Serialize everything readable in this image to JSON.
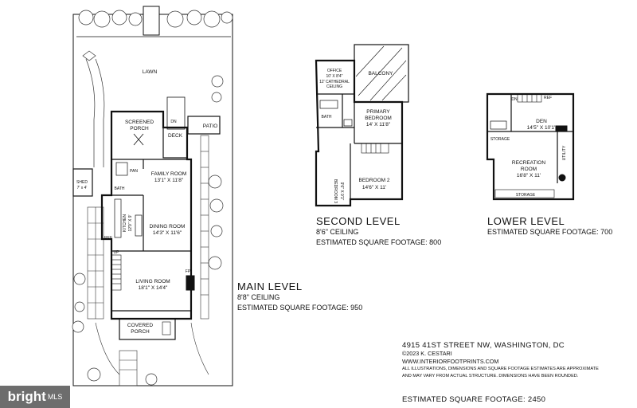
{
  "main_level": {
    "title": "MAIN LEVEL",
    "ceiling": "8'8\" CEILING",
    "sqft": "ESTIMATED SQUARE FOOTAGE: 950",
    "rooms": {
      "lawn": "LAWN",
      "screened_porch_1": "SCREENED",
      "screened_porch_2": "PORCH",
      "deck": "DECK",
      "patio": "PATIO",
      "shed_name": "SHED",
      "shed_dim": "7' x 4'",
      "family_room_name": "FAMILY ROOM",
      "family_room_dim": "13'1\" X 11'8\"",
      "bath": "BATH",
      "pan": "PAN",
      "kitchen_name": "KITCHEN",
      "kitchen_dim": "12'9\" X 9'",
      "dining_room_name": "DINING ROOM",
      "dining_room_dim": "14'3\" X 11'6\"",
      "living_room_name": "LIVING ROOM",
      "living_room_dim": "18'1\" X 14'4\"",
      "covered_porch_1": "COVERED",
      "covered_porch_2": "PORCH",
      "fp": "FP",
      "ref": "REF",
      "up": "UP",
      "dn": "DN"
    }
  },
  "second_level": {
    "title": "SECOND LEVEL",
    "ceiling": "8'6\" CEILING",
    "sqft": "ESTIMATED SQUARE FOOTAGE: 800",
    "rooms": {
      "office_name": "OFFICE",
      "office_dim": "10' X 8'4\"",
      "office_note_1": "12' CATHEDRAL",
      "office_note_2": "CEILING",
      "balcony": "BALCONY",
      "primary_1": "PRIMARY",
      "primary_2": "BEDROOM",
      "primary_dim": "14' X 11'8\"",
      "bath": "BATH",
      "bedroom3_name": "BEDROOM 3",
      "bedroom3_dim": "9'6\" X 9'1\"",
      "bedroom2_name": "BEDROOM 2",
      "bedroom2_dim": "14'6\" X 11'"
    }
  },
  "lower_level": {
    "title": "LOWER LEVEL",
    "sqft": "ESTIMATED SQUARE FOOTAGE: 700",
    "rooms": {
      "den_name": "DEN",
      "den_dim": "14'5\" X 10'1\"",
      "rec_1": "RECREATION",
      "rec_2": "ROOM",
      "rec_dim": "16'8\" X 11'",
      "storage_1": "STORAGE",
      "storage_2": "STORAGE",
      "utility": "UTILITY",
      "ref": "REF",
      "dn": "DN"
    }
  },
  "info": {
    "address": "4915 41ST STREET NW, WASHINGTON, DC",
    "copyright": "©2023 K. CESTARI",
    "website": "WWW.INTERIORFOOTPRINTS.COM",
    "disclaimer_1": "ALL ILLUSTRATIONS, DIMENSIONS AND SQUARE FOOTAGE ESTIMATES ARE APPROXIMATE",
    "disclaimer_2": "AND MAY VARY FROM ACTUAL STRUCTURE. DIMENSIONS HAVE BEEN ROUNDED.",
    "total": "ESTIMATED SQUARE FOOTAGE: 2450"
  },
  "watermark": {
    "brand": "bright",
    "suffix": "MLS"
  }
}
